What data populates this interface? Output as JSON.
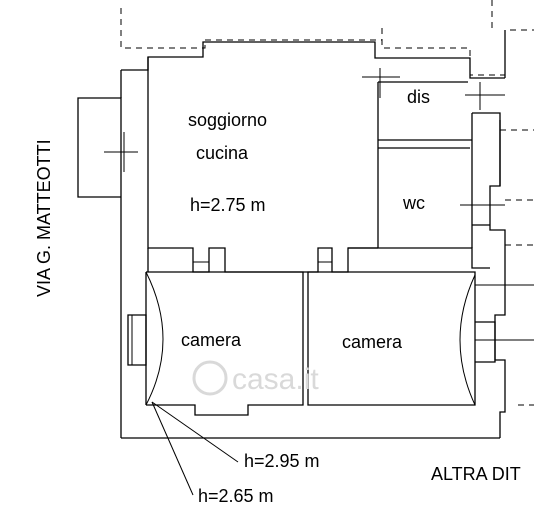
{
  "rooms": {
    "living_1": "soggiorno",
    "living_2": "cucina",
    "living_height": "h=2.75 m",
    "dis": "dis",
    "wc": "wc",
    "camera_left": "camera",
    "camera_right": "camera"
  },
  "heights": {
    "h1": "h=2.95 m",
    "h2": "h=2.65 m"
  },
  "street_left": "VIA G. MATTEOTTI",
  "neighbor_right": "ALTRA DIT",
  "watermark": "casa.it"
}
